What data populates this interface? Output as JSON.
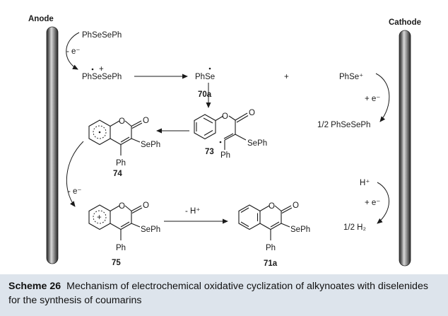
{
  "scheme": {
    "anode_label": "Anode",
    "cathode_label": "Cathode",
    "anode": {
      "reactant": "PhSeSePh",
      "step1_electron": "- e⁻",
      "radical_cation": "PhSeSePh"
    },
    "radical": {
      "text": "PhSe",
      "label": "70a"
    },
    "plus_sign": "+",
    "cathode": {
      "reactant1": "PhSe⁺",
      "electron1": "+ e⁻",
      "product1": "1/2 PhSeSePh",
      "reactant2": "H⁺",
      "electron2": "+ e⁻",
      "product2": "1/2 H₂"
    },
    "compounds": {
      "c73": {
        "label": "73",
        "substituent": "SePh",
        "ph": "Ph"
      },
      "c74": {
        "label": "74",
        "substituent": "SePh",
        "ph": "Ph"
      },
      "c75": {
        "label": "75",
        "substituent": "SePh",
        "ph": "Ph"
      },
      "c71a": {
        "label": "71a",
        "substituent": "SePh",
        "ph": "Ph"
      }
    },
    "step_74_75": "- e⁻",
    "step_75_71a": "- H⁺"
  },
  "caption": {
    "label": "Scheme 26",
    "text": "Mechanism of electrochemical oxidative cyclization of alkynoates with diselenides for the synthesis of coumarins"
  }
}
